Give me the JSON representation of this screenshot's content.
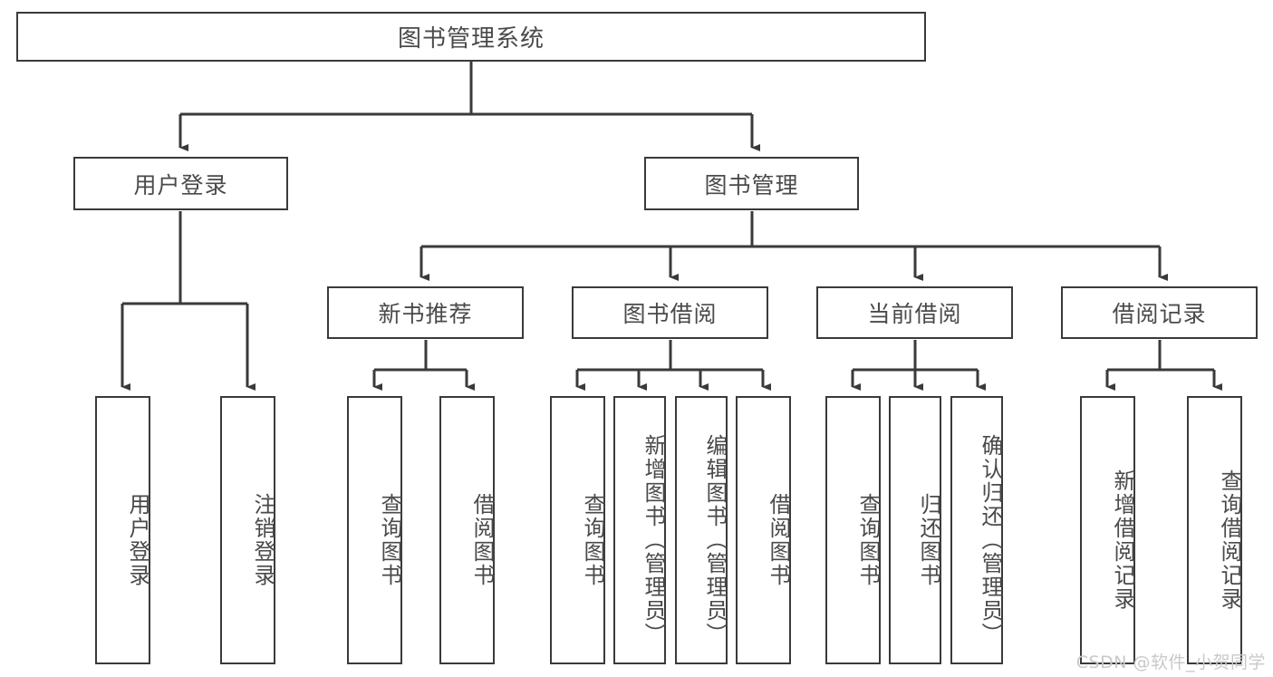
{
  "diagram": {
    "type": "tree",
    "title": "图书管理系统",
    "colors": {
      "background": "#ffffff",
      "box_border": "#3a3a3a",
      "box_fill": "#ffffff",
      "text": "#4a4a4a",
      "connector": "#3a3a3a",
      "watermark": "#c9c9c9"
    },
    "levels": {
      "level1": "图书管理系统",
      "level2": [
        "用户登录",
        "图书管理"
      ],
      "level3": [
        "新书推荐",
        "图书借阅",
        "当前借阅",
        "借阅记录"
      ]
    },
    "nodes": {
      "root": {
        "label": "图书管理系统"
      },
      "user_login": {
        "label": "用户登录"
      },
      "book_manage": {
        "label": "图书管理"
      },
      "new_book_rec": {
        "label": "新书推荐"
      },
      "book_borrow": {
        "label": "图书借阅"
      },
      "current_borrow": {
        "label": "当前借阅"
      },
      "borrow_record": {
        "label": "借阅记录"
      }
    },
    "leaves": {
      "user_login": [
        {
          "label": "用户登录"
        },
        {
          "label": "注销登录"
        }
      ],
      "new_book_rec": [
        {
          "label": "查询图书"
        },
        {
          "label": "借阅图书"
        }
      ],
      "book_borrow": [
        {
          "label": "查询图书"
        },
        {
          "label": "新增图书（管理员）"
        },
        {
          "label": "编辑图书（管理员）"
        },
        {
          "label": "借阅图书"
        }
      ],
      "current_borrow": [
        {
          "label": "查询图书"
        },
        {
          "label": "归还图书"
        },
        {
          "label": "确认归还（管理员）"
        }
      ],
      "borrow_record": [
        {
          "label": "新增借阅记录"
        },
        {
          "label": "查询借阅记录"
        }
      ]
    },
    "watermark": "CSDN @软件_小贺同学"
  }
}
